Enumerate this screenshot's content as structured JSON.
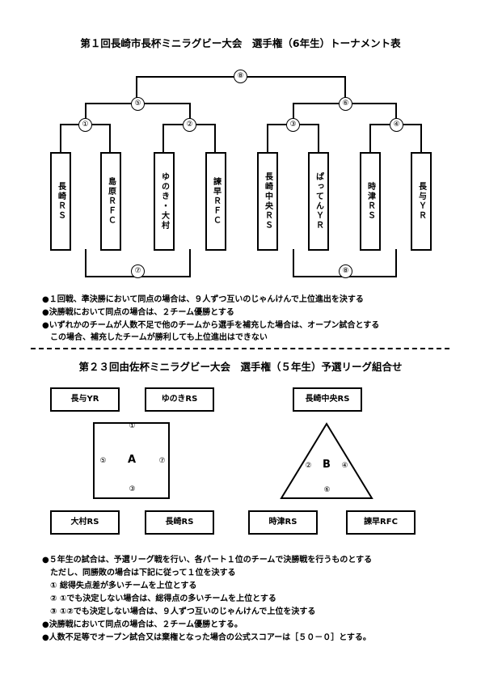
{
  "title1": "第１回長崎市長杯ミニラグビー大会　選手権（6年生）トーナメント表",
  "bracket": {
    "final": "⑧",
    "semis": [
      "⑤",
      "⑥"
    ],
    "firstround": [
      "①",
      "②",
      "③",
      "④"
    ],
    "placement": [
      "⑦",
      "⑧"
    ],
    "teams": [
      "長崎ＲＳ",
      "島原ＲＦＣ",
      "ゆのき・大村",
      "諫早ＲＦＣ",
      "長崎中央ＲＳ",
      "ぱってんＹＲ",
      "時津ＲＳ",
      "長与ＹＲ"
    ]
  },
  "notes1": [
    "●１回戦、準決勝において同点の場合は、９人ずつ互いのじゃんけんで上位進出を決する",
    "●決勝戦において同点の場合は、２チーム優勝とする",
    "●いずれかのチームが人数不足で他のチームから選手を補充した場合は、オープン試合とする",
    "　この場合、補充したチームが勝利しても上位進出はできない"
  ],
  "title2": "第２３回由佐杯ミニラグビー大会　選手権（５年生）予選リーグ組合せ",
  "poolA": {
    "label": "A",
    "top_num": "①",
    "left_num": "⑤",
    "right_num": "⑦",
    "bottom_num": "③",
    "teams": [
      "長与YR",
      "ゆのきRS",
      "大村RS",
      "長崎RS"
    ]
  },
  "poolB": {
    "label": "B",
    "left_num": "②",
    "right_num": "④",
    "bottom_num": "⑥",
    "teams": [
      "長崎中央RS",
      "時津RS",
      "諫早RFC"
    ]
  },
  "notes2": [
    "●５年生の試合は、予選リーグ戦を行い、各パート１位のチームで決勝戦を行うものとする",
    "　ただし、同勝敗の場合は下記に従って１位を決する",
    "　① 総得失点差が多いチームを上位とする",
    "　② ①でも決定しない場合は、総得点の多いチームを上位とする",
    "　③ ①②でも決定しない場合は、９人ずつ互いのじゃんけんで上位を決する",
    "●決勝戦において同点の場合は、２チーム優勝とする。",
    "●人数不足等でオープン試合又は棄権となった場合の公式スコアーは［５０－０］とする。"
  ]
}
